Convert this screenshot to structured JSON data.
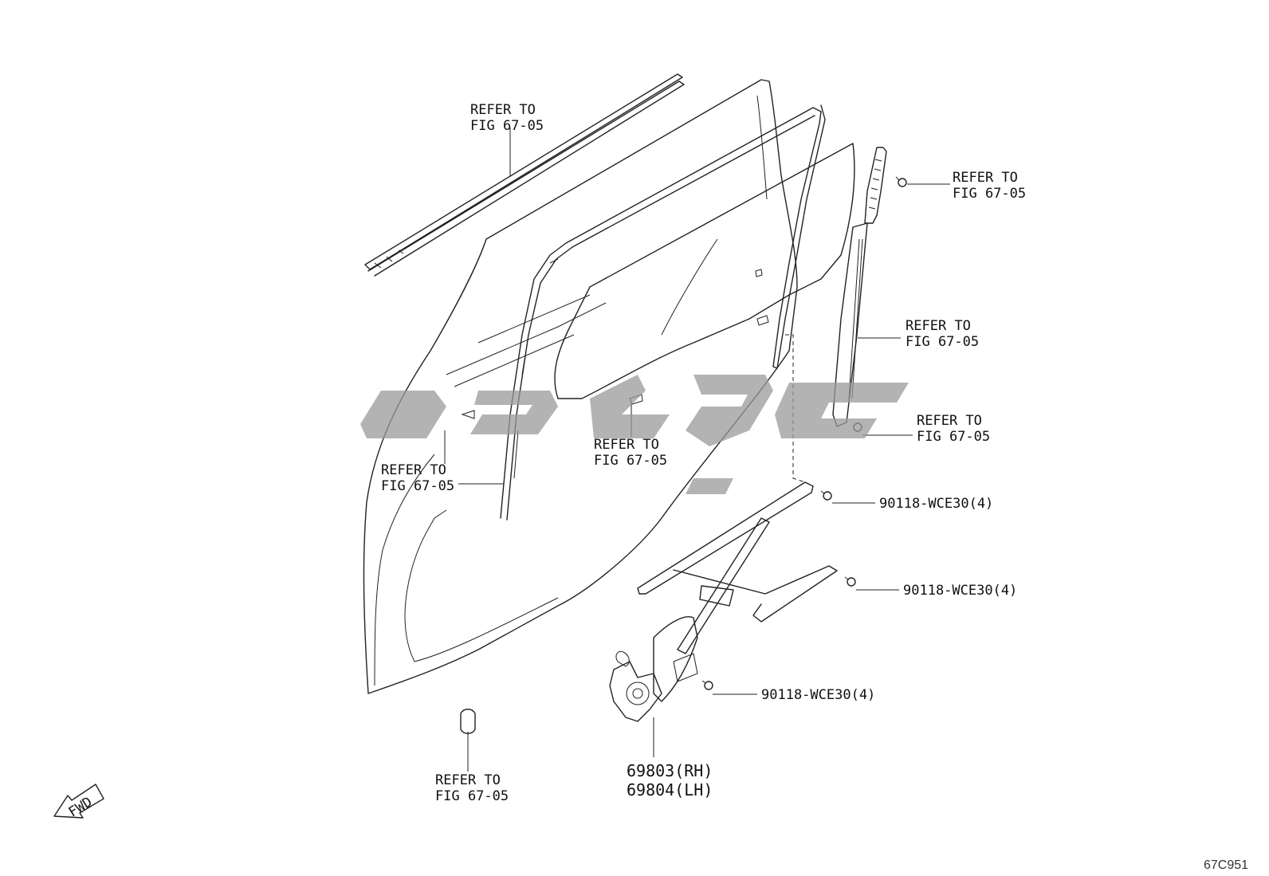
{
  "labels": {
    "refer_top_belt": [
      "REFER TO",
      "FIG 67-05"
    ],
    "refer_right_top": [
      "REFER TO",
      "FIG 67-05"
    ],
    "refer_right_channel": [
      "REFER TO",
      "FIG 67-05"
    ],
    "refer_right_clip": [
      "REFER TO",
      "FIG 67-05"
    ],
    "refer_left_run": [
      "REFER TO",
      "FIG 67-05"
    ],
    "refer_glass": [
      "REFER TO",
      "FIG 67-05"
    ],
    "refer_hole_plug": [
      "REFER TO",
      "FIG 67-05"
    ],
    "bolt_1": "90118-WCE30(4)",
    "bolt_2": "90118-WCE30(4)",
    "bolt_3": "90118-WCE30(4)",
    "regulator_rh": "69803(RH)",
    "regulator_lh": "69804(LH)"
  },
  "fwd_arrow": "FWD",
  "figure_code": "67C951",
  "watermark": "watermark-logo",
  "icons": [
    "fwd-arrow-icon",
    "bolt-icon",
    "clip-icon"
  ]
}
